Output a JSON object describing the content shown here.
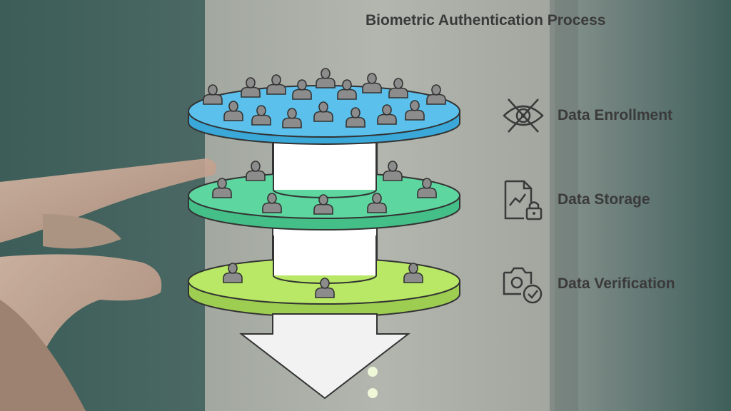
{
  "title": "Biometric Authentication Process",
  "steps": [
    {
      "label": "Data Enrollment",
      "icon": "eye-slash-icon"
    },
    {
      "label": "Data Storage",
      "icon": "document-lock-icon"
    },
    {
      "label": "Data Verification",
      "icon": "camera-check-icon"
    }
  ],
  "colors": {
    "layer_enrollment": "#5bc0eb",
    "layer_storage": "#5ed6a0",
    "layer_verification": "#b8e866",
    "person": "#8c8c8c",
    "text": "#3a3a3a",
    "arrow": "#f2f2f2"
  }
}
